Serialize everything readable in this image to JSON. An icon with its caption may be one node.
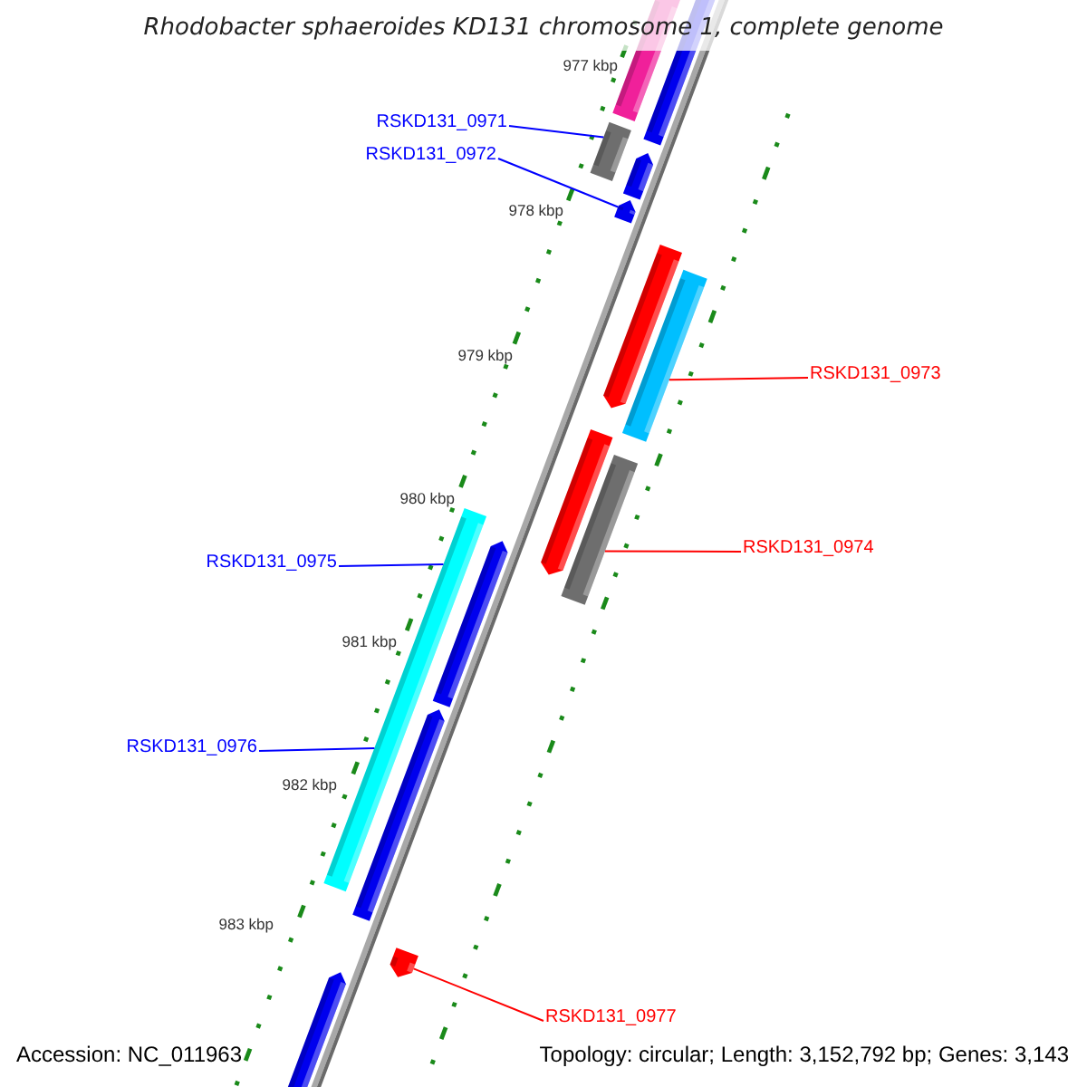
{
  "diagram": {
    "title": "Rhodobacter sphaeroides KD131 chromosome 1, complete genome",
    "nodes": [
      {
        "text": [
          "RSKD131_0971"
        ]
      },
      {
        "text": [
          "RSKD131_0972"
        ]
      },
      {
        "text": [
          "RSKD131_0973"
        ]
      },
      {
        "text": [
          "RSKD131_0974"
        ]
      },
      {
        "text": [
          "RSKD131_0975"
        ]
      },
      {
        "text": [
          "RSKD131_0976"
        ]
      },
      {
        "text": [
          "RSKD131_0977"
        ]
      },
      {
        "text": [],
        "shape": "bar"
      },
      {
        "text": [],
        "shape": "bar"
      },
      {
        "text": [],
        "shape": "bar"
      },
      {
        "text": [],
        "shape": "bar"
      },
      {
        "text": [],
        "shape": "bar"
      },
      {
        "text": [],
        "shape": "bar"
      },
      {
        "text": [],
        "shape": "bar"
      },
      {
        "text": [],
        "shape": "bar"
      },
      {
        "text": [],
        "shape": "bar"
      },
      {
        "text": [],
        "shape": "bar"
      },
      {
        "text": [],
        "shape": "bar"
      },
      {
        "text": [],
        "shape": "bar"
      },
      {
        "text": [],
        "shape": "bar"
      },
      {
        "text": [],
        "shape": "bar"
      }
    ],
    "edges": [
      {
        "from": 0,
        "to": 10,
        "arrow": "none"
      },
      {
        "from": 1,
        "to": 11,
        "arrow": "none"
      },
      {
        "from": 2,
        "to": 13,
        "arrow": "none",
        "color": "#ff0000"
      },
      {
        "from": 3,
        "to": 15,
        "arrow": "none",
        "color": "#ff0000"
      },
      {
        "from": 4,
        "to": 16,
        "arrow": "none"
      },
      {
        "from": 5,
        "to": 16,
        "arrow": "none"
      },
      {
        "from": 6,
        "to": 19,
        "arrow": "none",
        "color": "#ff0000"
      }
    ],
    "labels": [
      "977 kbp",
      "978 kbp",
      "979 kbp",
      "980 kbp",
      "981 kbp",
      "982 kbp",
      "983 kbp",
      "Accession: NC_011963",
      "Topology: circular; Length: 3,152,792 bp; Genes: 3,143"
    ]
  }
}
